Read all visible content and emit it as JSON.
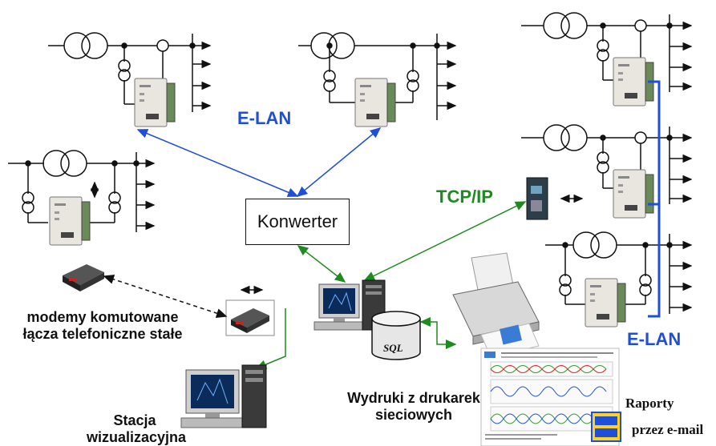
{
  "labels": {
    "elan_top": "E-LAN",
    "elan_right": "E-LAN",
    "tcpip": "TCP/IP",
    "konwerter": "Konwerter",
    "modemy_line1": "modemy komutowane",
    "modemy_line2": "łącza telefoniczne stałe",
    "wydruki_line1": "Wydruki z drukarek",
    "wydruki_line2": "sieciowych",
    "stacja_line1": "Stacja",
    "stacja_line2": "wizualizacyjna",
    "raporty": "Raporty",
    "przez_email": "przez e-mail",
    "sql": "SQL"
  },
  "colors": {
    "elan_link": "#1f4fd6",
    "tcp_link": "#1f8a1f",
    "line": "#111111"
  }
}
